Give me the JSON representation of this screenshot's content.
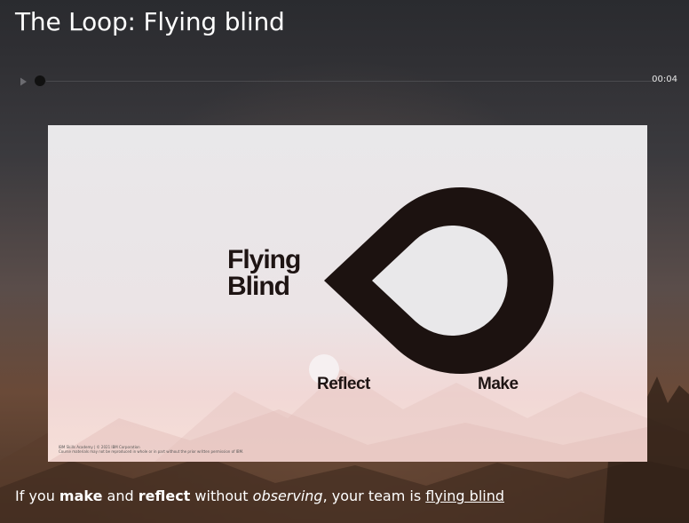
{
  "page": {
    "title": "The Loop: Flying blind"
  },
  "player": {
    "time": "00:04",
    "progress": 0,
    "play_icon": "play-icon"
  },
  "slide": {
    "brand_line1": "Flying",
    "brand_line2": "Blind",
    "label_reflect": "Reflect",
    "label_make": "Make",
    "copyright_line1": "IBM Skills Academy | © 2021 IBM Corporation",
    "copyright_line2": "Course materials may not be reproduced in whole or in part without the prior written permission of IBM."
  },
  "caption": {
    "t1": "If you ",
    "b1": "make",
    "t2": " and ",
    "b2": "reflect",
    "t3": " without ",
    "i1": "observing",
    "t4": ", your team is ",
    "link": "flying blind"
  },
  "colors": {
    "slide_ink": "#1e1413",
    "text": "#ffffff"
  }
}
